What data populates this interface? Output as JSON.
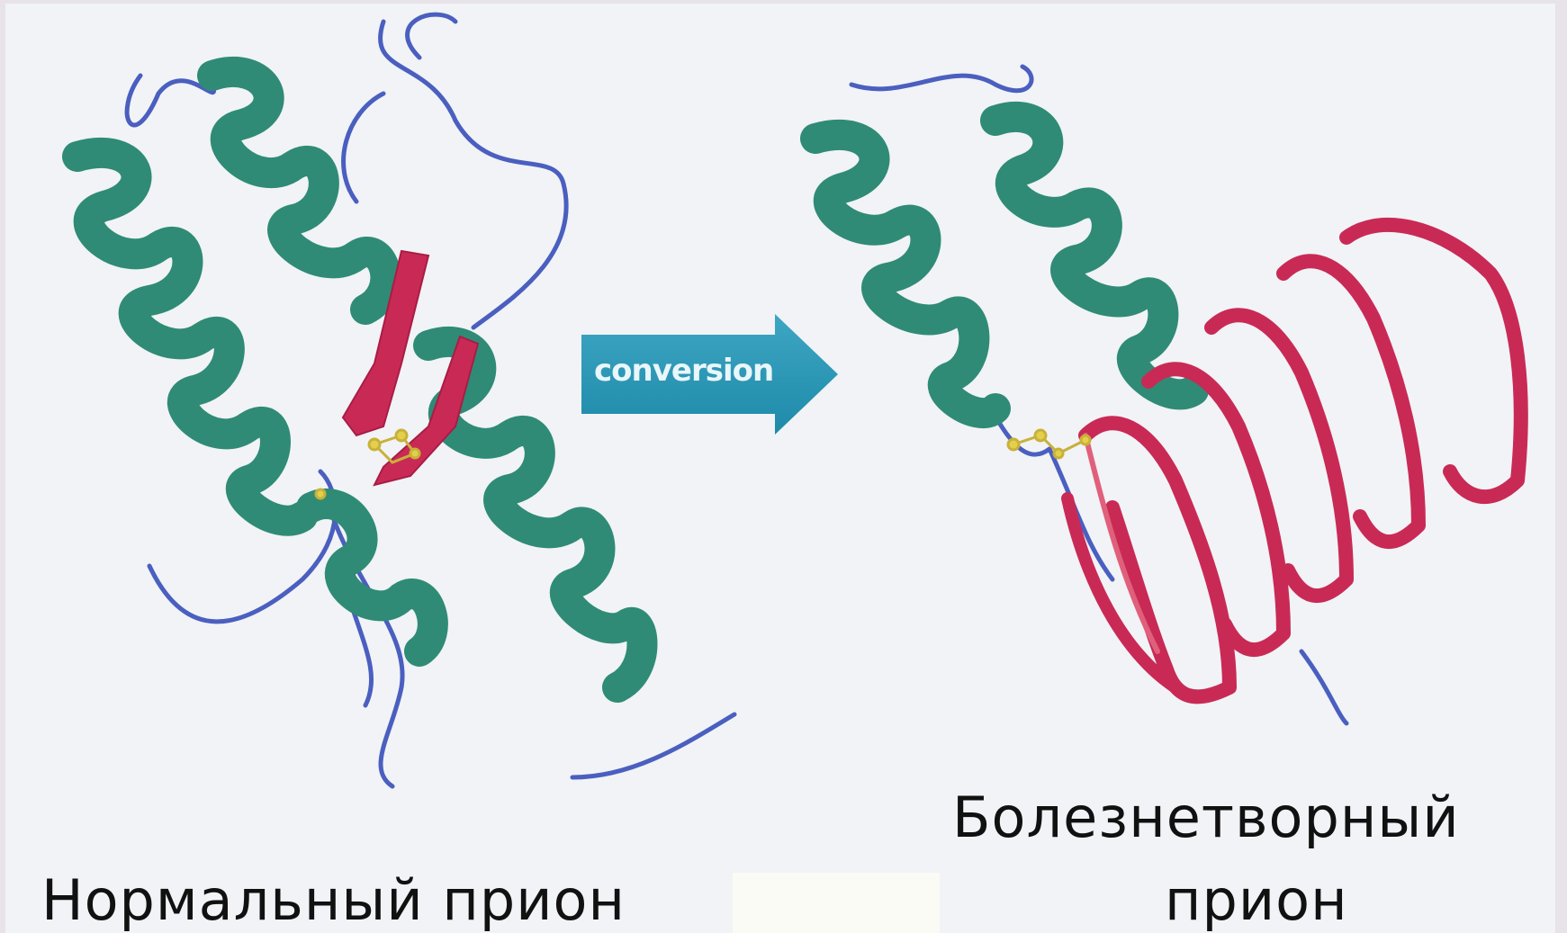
{
  "colors": {
    "helix": "#2f8b76",
    "helix_light": "#49a48e",
    "loop": "#4a5fbf",
    "sheet": "#c92a55",
    "sheet_light": "#e0607c",
    "disulfide": "#e3d04a",
    "arrow": "#1e8aa9",
    "arrow_light": "#3da6c3",
    "background": "#f1f3f6"
  },
  "arrow": {
    "label": "conversion"
  },
  "labels": {
    "normal": "Нормальный прион",
    "pathogenic_line1": "Болезнетворный",
    "pathogenic_line2": "прион"
  },
  "structures": {
    "normal": {
      "helices": 3,
      "beta_strands": 2
    },
    "pathogenic": {
      "helices": 2,
      "beta_sheet_layers": 5
    }
  }
}
